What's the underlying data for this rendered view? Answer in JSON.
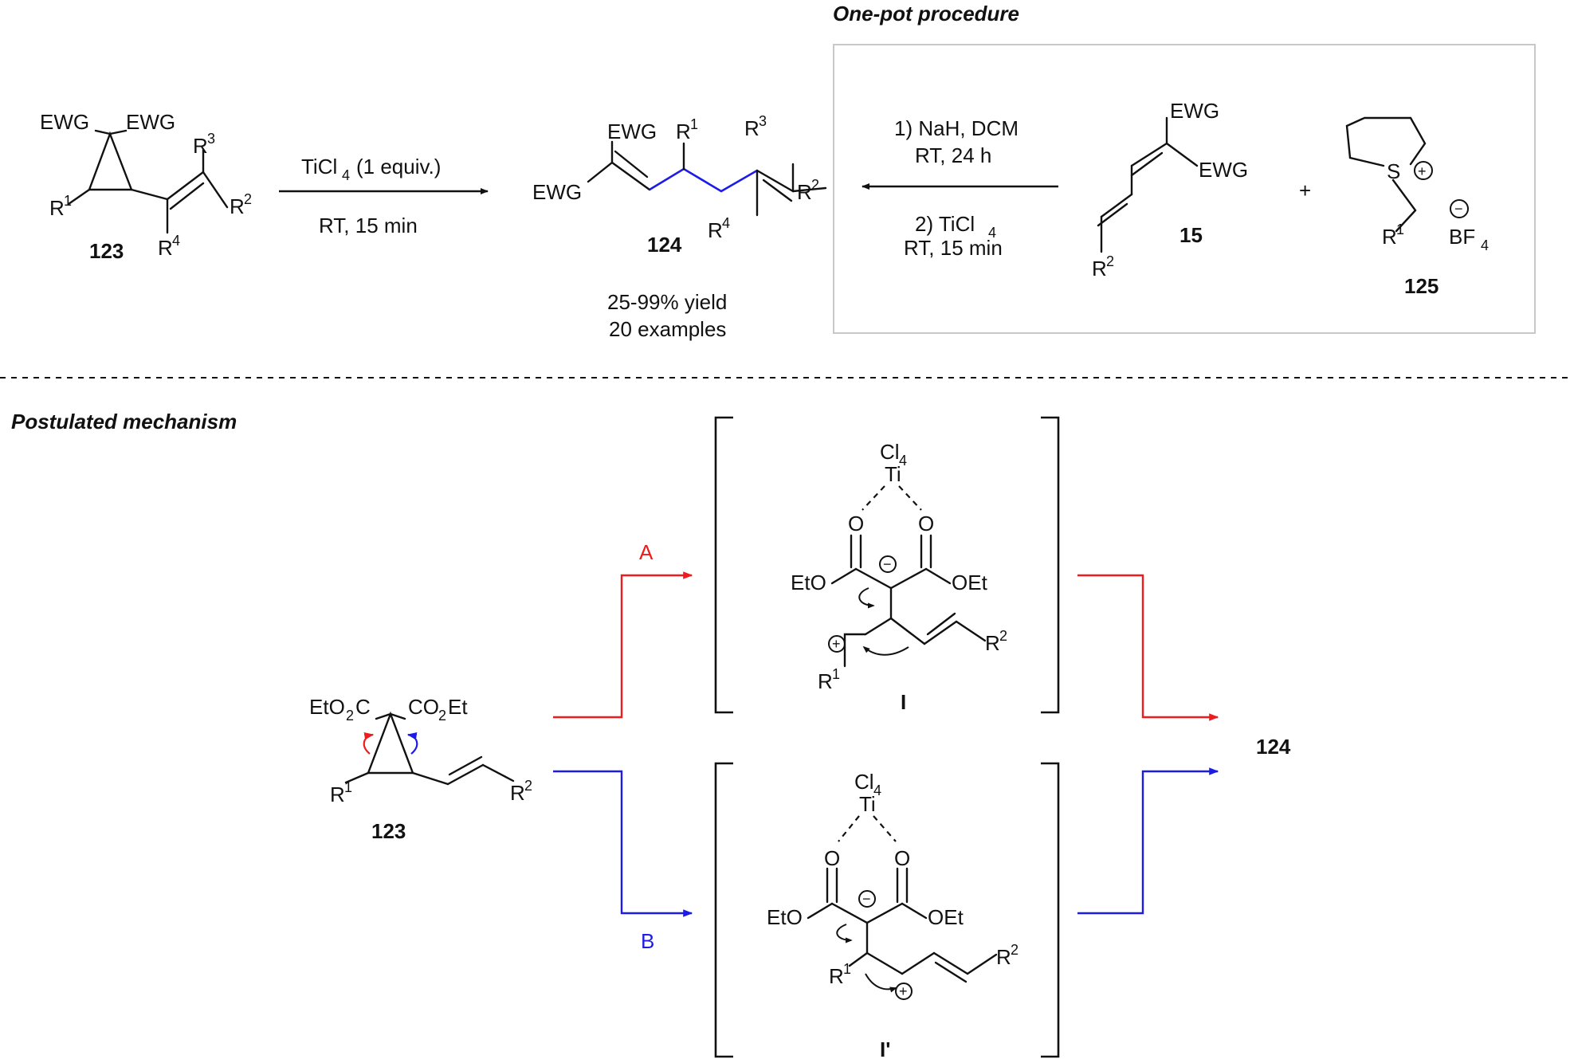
{
  "headings": {
    "one_pot": "One-pot procedure",
    "mechanism": "Postulated mechanism"
  },
  "compounds": {
    "c123": "123",
    "c124": "124",
    "c15": "15",
    "c125": "125",
    "int_I": "I",
    "int_I_prime": "I'"
  },
  "groups": {
    "ewg": "EWG",
    "r": "R",
    "r1_sup": "1",
    "r2_sup": "2",
    "r3_sup": "3",
    "r4_sup": "4",
    "eto": "EtO",
    "oet": "OEt",
    "o": "O",
    "ti": "Ti",
    "cl": "Cl",
    "four": "4",
    "s": "S",
    "bf": "BF",
    "eto2c_a": "EtO",
    "eto2c_b": "C",
    "co2et_a": "CO",
    "co2et_b": "Et",
    "two": "2",
    "plus": "+",
    "minus": "−"
  },
  "conditions": {
    "top_reagent_a": "TiCl",
    "top_reagent_b": "(1 equiv.)",
    "top_time": "RT,  15 min",
    "step1_a": "1) NaH, DCM",
    "step1_b": "RT,  24 h",
    "step2_a": "2) TiCl",
    "step2_b": "RT,  15 min",
    "plus_sign": "+",
    "yield": "25-99% yield",
    "examples": "20 examples"
  },
  "pathways": {
    "a": {
      "label": "A",
      "color": "#ee1c1c"
    },
    "b": {
      "label": "B",
      "color": "#1c1ce6"
    }
  },
  "colors": {
    "ink": "#111111",
    "frame": "#c8c8c8",
    "path_a": "#ee1c1c",
    "path_b": "#1c1ce6"
  }
}
